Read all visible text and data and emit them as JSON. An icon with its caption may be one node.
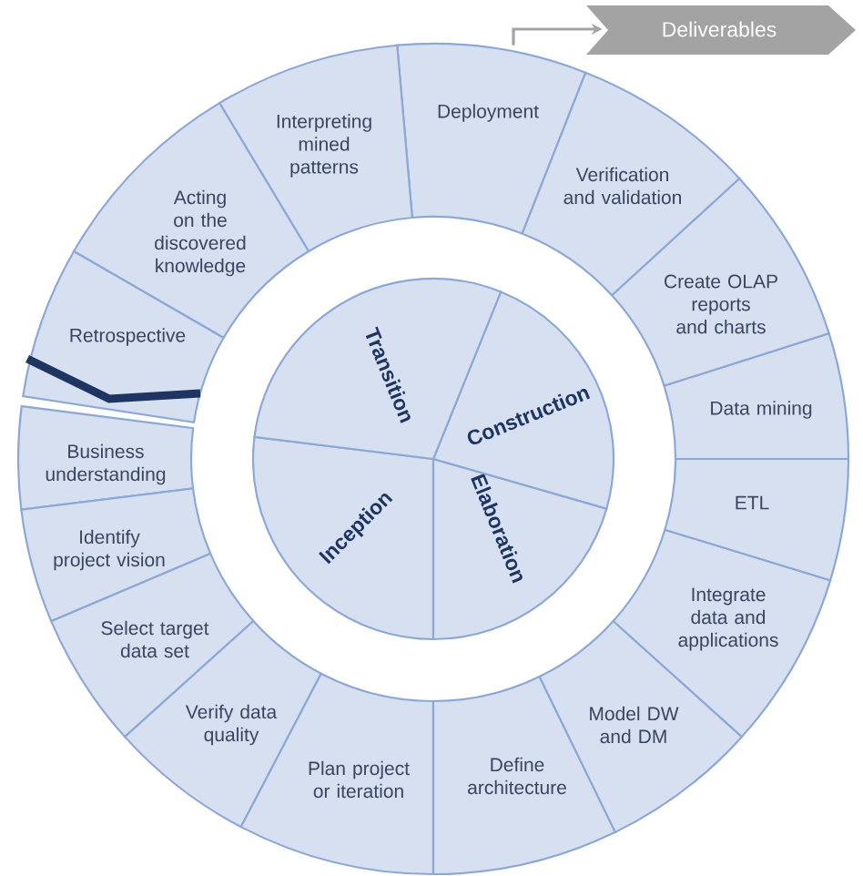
{
  "diagram": {
    "nodes": [
      {
        "text": [
          "Business understanding"
        ]
      },
      {
        "text": [
          "Identify project vision"
        ]
      },
      {
        "text": [
          "Select target data set"
        ]
      },
      {
        "text": [
          "Verify data quality"
        ]
      },
      {
        "text": [
          "Plan project or iteration"
        ]
      },
      {
        "text": [
          "Define architecture"
        ]
      },
      {
        "text": [
          "Model DW and DM"
        ]
      },
      {
        "text": [
          "Integrate data and applications"
        ]
      },
      {
        "text": [
          "ETL"
        ]
      },
      {
        "text": [
          "Data mining"
        ]
      },
      {
        "text": [
          "Create OLAP reports and charts"
        ]
      },
      {
        "text": [
          "Verification and validation"
        ]
      },
      {
        "text": [
          "Deployment"
        ]
      },
      {
        "text": [
          "Interpreting mined patterns"
        ]
      },
      {
        "text": [
          "Acting on the discovered knowledge"
        ]
      },
      {
        "text": [
          "Retrospective"
        ]
      },
      {
        "text": [
          "Deliverables"
        ]
      },
      {
        "text": [
          "Inception"
        ]
      },
      {
        "text": [
          "Elaboration"
        ]
      },
      {
        "text": [
          "Construction"
        ]
      },
      {
        "text": [
          "Transition"
        ]
      }
    ],
    "edges": [
      {
        "from": 12,
        "to": 16,
        "arrow": "to"
      }
    ]
  }
}
